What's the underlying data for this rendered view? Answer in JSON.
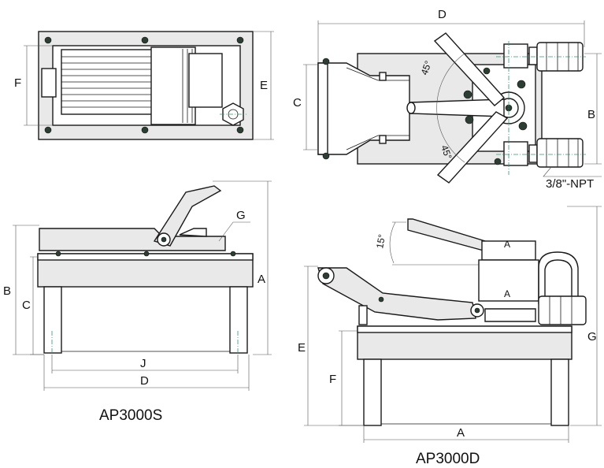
{
  "views": {
    "top_left": {
      "label_f": "F",
      "label_e": "E"
    },
    "top_right": {
      "label_d": "D",
      "label_c": "C",
      "label_b": "B",
      "angle_upper": "45°",
      "angle_lower": "45°",
      "port_label": "3/8\"-NPT"
    },
    "side_left": {
      "label_g": "G",
      "label_a": "A",
      "label_b": "B",
      "label_c": "C",
      "label_j": "J",
      "label_d": "D",
      "caption": "AP3000S"
    },
    "side_right": {
      "angle": "15°",
      "label_a_small": "A",
      "label_e": "E",
      "label_f": "F",
      "label_g": "G",
      "label_a": "A",
      "caption": "AP3000D"
    }
  }
}
